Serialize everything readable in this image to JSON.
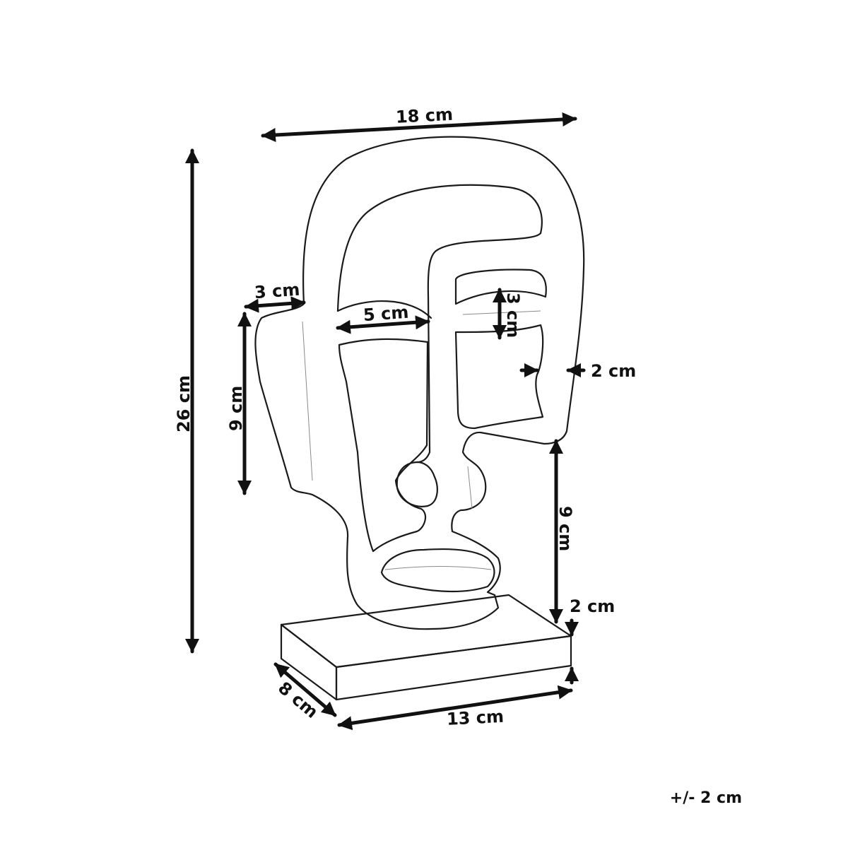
{
  "dimensions": {
    "face_width": "18 cm",
    "total_height": "26 cm",
    "ear_width": "3 cm",
    "ear_height": "9 cm",
    "eye_width": "5 cm",
    "eye_height": "3 cm",
    "frame_thickness": "2 cm",
    "neck_height": "9 cm",
    "base_height": "2 cm",
    "base_depth": "8 cm",
    "base_width": "13 cm"
  },
  "tolerance": "+/- 2 cm"
}
